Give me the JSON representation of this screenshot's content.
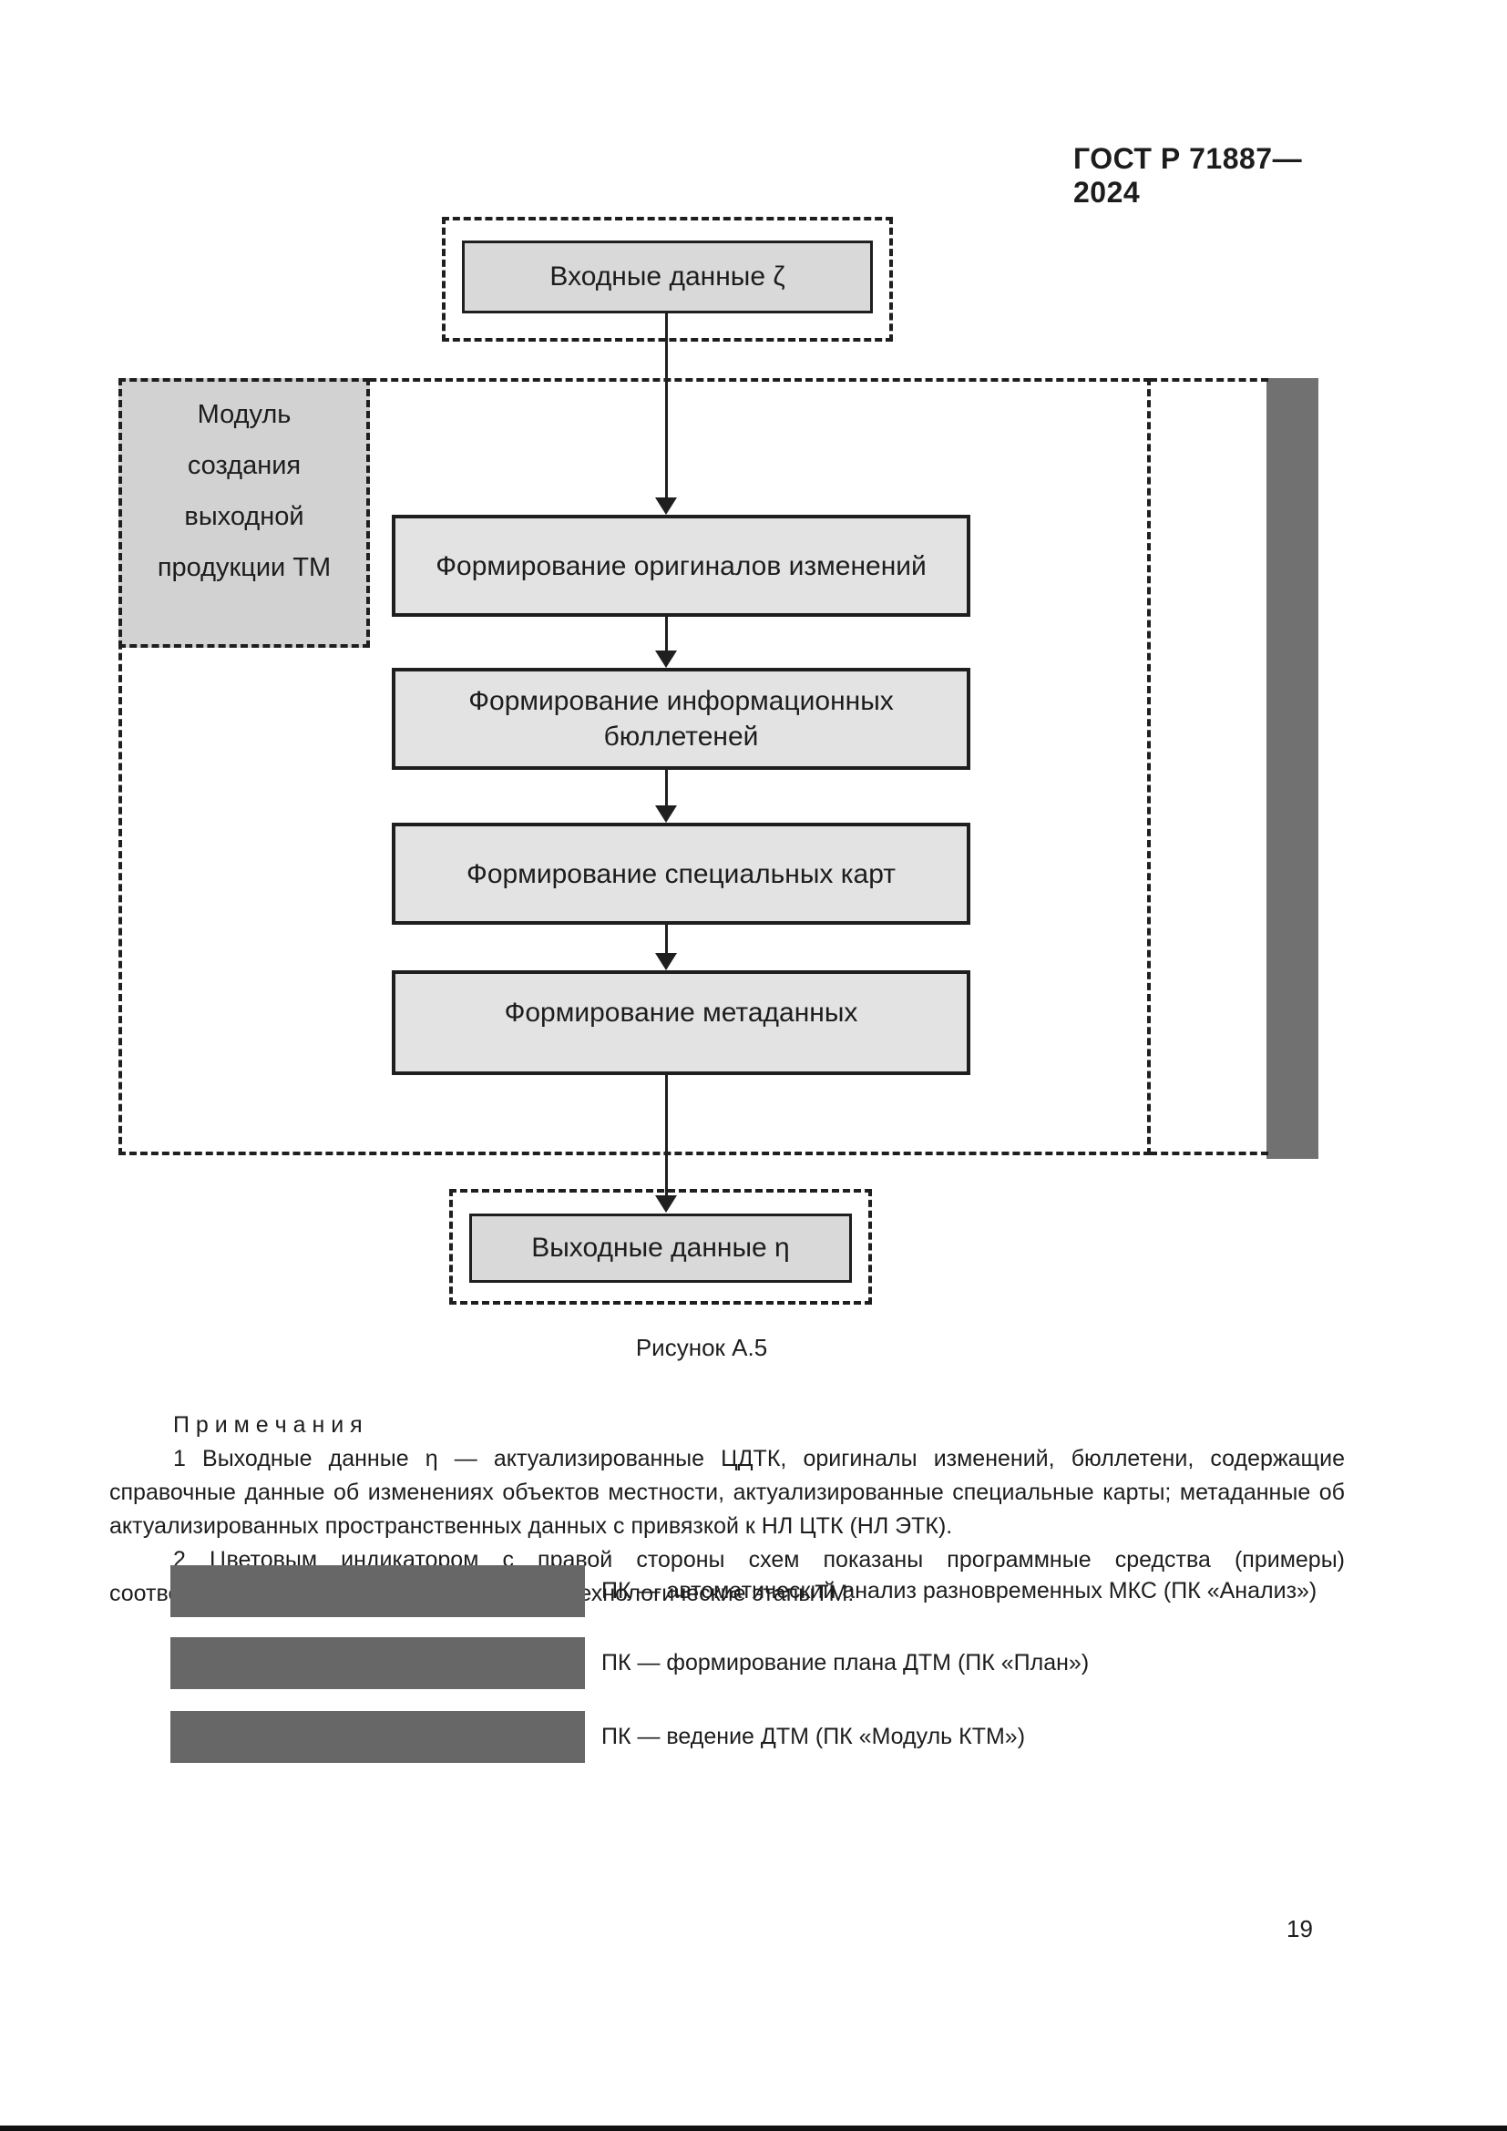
{
  "page": {
    "header": "ГОСТ Р 71887—2024",
    "figure_caption": "Рисунок А.5",
    "page_number": "19"
  },
  "diagram": {
    "input_label": "Входные данные ζ",
    "module_label": {
      "line1": "Модуль",
      "line2": "создания",
      "line3": "выходной",
      "line4": "продукции ТМ"
    },
    "steps": [
      "Формирование оригиналов изменений",
      "Формирование информационных бюллетеней",
      "Формирование специальных карт",
      "Формирование метаданных"
    ],
    "output_label": "Выходные данные η",
    "indicator_color": "#717171"
  },
  "notes": {
    "heading": "П р и м е ч а н и я",
    "note1": "1  Выходные данные η — актуализированные ЦДТК, оригиналы изменений, бюллетени, содержащие справочные данные об изменениях объектов местности, актуализированные специальные карты; метаданные об актуализированных пространственных данных с привязкой к НЛ ЦТК (НЛ ЭТК).",
    "note2": "2  Цветовым индикатором с правой стороны схем показаны программные средства (примеры) соответствующих ПК (СПО), реализующие технологические этапыТМ:"
  },
  "legend": {
    "items": [
      {
        "label": "ПК — автоматический анализ разновременных МКС (ПК «Анализ»)",
        "color": "#676767"
      },
      {
        "label": "ПК — формирование плана ДТМ (ПК «План»)",
        "color": "#676767"
      },
      {
        "label": "ПК — ведение ДТМ (ПК «Модуль КТМ»)",
        "color": "#676767"
      }
    ]
  }
}
